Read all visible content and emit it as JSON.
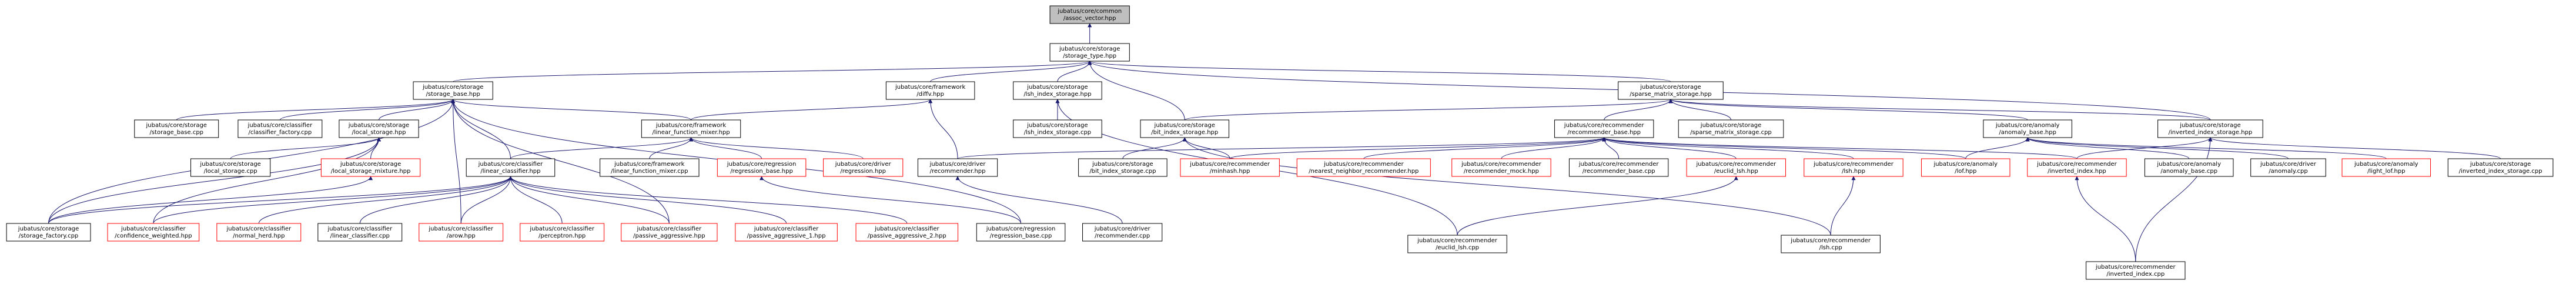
{
  "colors": {
    "edge": "#191970",
    "root_fill": "#bfbfbf",
    "default_fill": "#ffffff",
    "default_border": "#000000",
    "missing_text": "#ff0000",
    "missing_border": "#ff0000",
    "default_text": "#000000"
  },
  "graph": {
    "nodes": [
      {
        "id": "assoc_vector",
        "lines": [
          "jubatus/core/common",
          "/assoc_vector.hpp"
        ],
        "style": "root"
      },
      {
        "id": "storage_type",
        "lines": [
          "jubatus/core/storage",
          "/storage_type.hpp"
        ],
        "style": "normal"
      },
      {
        "id": "storage_base_hpp",
        "lines": [
          "jubatus/core/storage",
          "/storage_base.hpp"
        ],
        "style": "normal"
      },
      {
        "id": "diffv",
        "lines": [
          "jubatus/core/framework",
          "/diffv.hpp"
        ],
        "style": "normal"
      },
      {
        "id": "lsh_index_storage_hpp",
        "lines": [
          "jubatus/core/storage",
          "/lsh_index_storage.hpp"
        ],
        "style": "normal"
      },
      {
        "id": "sparse_matrix_storage_hpp",
        "lines": [
          "jubatus/core/storage",
          "/sparse_matrix_storage.hpp"
        ],
        "style": "normal"
      },
      {
        "id": "storage_base_cpp",
        "lines": [
          "jubatus/core/storage",
          "/storage_base.cpp"
        ],
        "style": "normal"
      },
      {
        "id": "classifier_factory",
        "lines": [
          "jubatus/core/classifier",
          "/classifier_factory.cpp"
        ],
        "style": "normal"
      },
      {
        "id": "local_storage_hpp",
        "lines": [
          "jubatus/core/storage",
          "/local_storage.hpp"
        ],
        "style": "normal"
      },
      {
        "id": "linear_function_mixer_hpp",
        "lines": [
          "jubatus/core/framework",
          "/linear_function_mixer.hpp"
        ],
        "style": "normal"
      },
      {
        "id": "lsh_index_storage_cpp",
        "lines": [
          "jubatus/core/storage",
          "/lsh_index_storage.cpp"
        ],
        "style": "normal"
      },
      {
        "id": "bit_index_storage_hpp",
        "lines": [
          "jubatus/core/storage",
          "/bit_index_storage.hpp"
        ],
        "style": "normal"
      },
      {
        "id": "recommender_base_hpp",
        "lines": [
          "jubatus/core/recommender",
          "/recommender_base.hpp"
        ],
        "style": "normal"
      },
      {
        "id": "sparse_matrix_storage_cpp",
        "lines": [
          "jubatus/core/storage",
          "/sparse_matrix_storage.cpp"
        ],
        "style": "normal"
      },
      {
        "id": "anomaly_base_hpp",
        "lines": [
          "jubatus/core/anomaly",
          "/anomaly_base.hpp"
        ],
        "style": "normal"
      },
      {
        "id": "inverted_index_storage_hpp",
        "lines": [
          "jubatus/core/storage",
          "/inverted_index_storage.hpp"
        ],
        "style": "normal"
      },
      {
        "id": "local_storage_cpp",
        "lines": [
          "jubatus/core/storage",
          "/local_storage.cpp"
        ],
        "style": "normal"
      },
      {
        "id": "local_storage_mixture",
        "lines": [
          "jubatus/core/storage",
          "/local_storage_mixture.hpp"
        ],
        "style": "missing"
      },
      {
        "id": "linear_classifier_hpp",
        "lines": [
          "jubatus/core/classifier",
          "/linear_classifier.hpp"
        ],
        "style": "normal"
      },
      {
        "id": "linear_function_mixer_cpp",
        "lines": [
          "jubatus/core/framework",
          "/linear_function_mixer.cpp"
        ],
        "style": "normal"
      },
      {
        "id": "regression_base_hpp",
        "lines": [
          "jubatus/core/regression",
          "/regression_base.hpp"
        ],
        "style": "missing"
      },
      {
        "id": "driver_regression",
        "lines": [
          "jubatus/core/driver",
          "/regression.hpp"
        ],
        "style": "missing"
      },
      {
        "id": "driver_recommender_hpp",
        "lines": [
          "jubatus/core/driver",
          "/recommender.hpp"
        ],
        "style": "normal"
      },
      {
        "id": "bit_index_storage_cpp",
        "lines": [
          "jubatus/core/storage",
          "/bit_index_storage.cpp"
        ],
        "style": "normal"
      },
      {
        "id": "minhash",
        "lines": [
          "jubatus/core/recommender",
          "/minhash.hpp"
        ],
        "style": "missing"
      },
      {
        "id": "nearest_neighbor",
        "lines": [
          "jubatus/core/recommender",
          "/nearest_neighbor_recommender.hpp"
        ],
        "style": "missing"
      },
      {
        "id": "recommender_mock",
        "lines": [
          "jubatus/core/recommender",
          "/recommender_mock.hpp"
        ],
        "style": "missing"
      },
      {
        "id": "recommender_base_cpp",
        "lines": [
          "jubatus/core/recommender",
          "/recommender_base.cpp"
        ],
        "style": "normal"
      },
      {
        "id": "euclid_lsh_hpp",
        "lines": [
          "jubatus/core/recommender",
          "/euclid_lsh.hpp"
        ],
        "style": "missing"
      },
      {
        "id": "lsh_hpp",
        "lines": [
          "jubatus/core/recommender",
          "/lsh.hpp"
        ],
        "style": "missing"
      },
      {
        "id": "lof_hpp",
        "lines": [
          "jubatus/core/anomaly",
          "/lof.hpp"
        ],
        "style": "missing"
      },
      {
        "id": "inverted_index_hpp",
        "lines": [
          "jubatus/core/recommender",
          "/inverted_index.hpp"
        ],
        "style": "missing"
      },
      {
        "id": "anomaly_base_cpp",
        "lines": [
          "jubatus/core/anomaly",
          "/anomaly_base.cpp"
        ],
        "style": "normal"
      },
      {
        "id": "driver_anomaly_cpp",
        "lines": [
          "jubatus/core/driver",
          "/anomaly.cpp"
        ],
        "style": "normal"
      },
      {
        "id": "light_lof_hpp",
        "lines": [
          "jubatus/core/anomaly",
          "/light_lof.hpp"
        ],
        "style": "missing"
      },
      {
        "id": "inverted_index_storage_cpp",
        "lines": [
          "jubatus/core/storage",
          "/inverted_index_storage.cpp"
        ],
        "style": "normal"
      },
      {
        "id": "storage_factory",
        "lines": [
          "jubatus/core/storage",
          "/storage_factory.cpp"
        ],
        "style": "normal"
      },
      {
        "id": "confidence_weighted",
        "lines": [
          "jubatus/core/classifier",
          "/confidence_weighted.hpp"
        ],
        "style": "missing"
      },
      {
        "id": "normal_herd",
        "lines": [
          "jubatus/core/classifier",
          "/normal_herd.hpp"
        ],
        "style": "missing"
      },
      {
        "id": "linear_classifier_cpp",
        "lines": [
          "jubatus/core/classifier",
          "/linear_classifier.cpp"
        ],
        "style": "normal"
      },
      {
        "id": "arow",
        "lines": [
          "jubatus/core/classifier",
          "/arow.hpp"
        ],
        "style": "missing"
      },
      {
        "id": "perceptron",
        "lines": [
          "jubatus/core/classifier",
          "/perceptron.hpp"
        ],
        "style": "missing"
      },
      {
        "id": "passive_aggressive",
        "lines": [
          "jubatus/core/classifier",
          "/passive_aggressive.hpp"
        ],
        "style": "missing"
      },
      {
        "id": "passive_aggressive_1",
        "lines": [
          "jubatus/core/classifier",
          "/passive_aggressive_1.hpp"
        ],
        "style": "missing"
      },
      {
        "id": "passive_aggressive_2",
        "lines": [
          "jubatus/core/classifier",
          "/passive_aggressive_2.hpp"
        ],
        "style": "missing"
      },
      {
        "id": "regression_base_cpp",
        "lines": [
          "jubatus/core/regression",
          "/regression_base.cpp"
        ],
        "style": "normal"
      },
      {
        "id": "driver_recommender_cpp",
        "lines": [
          "jubatus/core/driver",
          "/recommender.cpp"
        ],
        "style": "normal"
      },
      {
        "id": "euclid_lsh_cpp",
        "lines": [
          "jubatus/core/recommender",
          "/euclid_lsh.cpp"
        ],
        "style": "normal"
      },
      {
        "id": "lsh_cpp",
        "lines": [
          "jubatus/core/recommender",
          "/lsh.cpp"
        ],
        "style": "normal"
      },
      {
        "id": "inverted_index_cpp",
        "lines": [
          "jubatus/core/recommender",
          "/inverted_index.cpp"
        ],
        "style": "normal"
      }
    ],
    "edges": [
      [
        "assoc_vector",
        "storage_type"
      ],
      [
        "storage_type",
        "storage_base_hpp"
      ],
      [
        "storage_type",
        "diffv"
      ],
      [
        "storage_type",
        "lsh_index_storage_hpp"
      ],
      [
        "storage_type",
        "sparse_matrix_storage_hpp"
      ],
      [
        "storage_type",
        "bit_index_storage_hpp"
      ],
      [
        "storage_type",
        "inverted_index_storage_hpp"
      ],
      [
        "storage_base_hpp",
        "storage_base_cpp"
      ],
      [
        "storage_base_hpp",
        "classifier_factory"
      ],
      [
        "storage_base_hpp",
        "local_storage_hpp"
      ],
      [
        "storage_base_hpp",
        "linear_function_mixer_hpp"
      ],
      [
        "storage_base_hpp",
        "linear_classifier_hpp"
      ],
      [
        "storage_base_hpp",
        "storage_factory"
      ],
      [
        "storage_base_hpp",
        "regression_base_cpp"
      ],
      [
        "storage_base_hpp",
        "arow"
      ],
      [
        "storage_base_hpp",
        "passive_aggressive"
      ],
      [
        "diffv",
        "linear_function_mixer_hpp"
      ],
      [
        "diffv",
        "driver_recommender_hpp"
      ],
      [
        "lsh_index_storage_hpp",
        "lsh_index_storage_cpp"
      ],
      [
        "lsh_index_storage_hpp",
        "euclid_lsh_cpp"
      ],
      [
        "sparse_matrix_storage_hpp",
        "bit_index_storage_hpp"
      ],
      [
        "sparse_matrix_storage_hpp",
        "recommender_base_hpp"
      ],
      [
        "sparse_matrix_storage_hpp",
        "sparse_matrix_storage_cpp"
      ],
      [
        "sparse_matrix_storage_hpp",
        "anomaly_base_hpp"
      ],
      [
        "sparse_matrix_storage_hpp",
        "inverted_index_storage_hpp"
      ],
      [
        "local_storage_hpp",
        "local_storage_cpp"
      ],
      [
        "local_storage_hpp",
        "local_storage_mixture"
      ],
      [
        "local_storage_hpp",
        "storage_factory"
      ],
      [
        "local_storage_hpp",
        "confidence_weighted"
      ],
      [
        "local_storage_mixture",
        "storage_factory"
      ],
      [
        "linear_function_mixer_hpp",
        "linear_classifier_hpp"
      ],
      [
        "linear_function_mixer_hpp",
        "linear_function_mixer_cpp"
      ],
      [
        "linear_function_mixer_hpp",
        "regression_base_hpp"
      ],
      [
        "linear_function_mixer_hpp",
        "driver_regression"
      ],
      [
        "linear_classifier_hpp",
        "storage_factory"
      ],
      [
        "linear_classifier_hpp",
        "confidence_weighted"
      ],
      [
        "linear_classifier_hpp",
        "normal_herd"
      ],
      [
        "linear_classifier_hpp",
        "linear_classifier_cpp"
      ],
      [
        "linear_classifier_hpp",
        "arow"
      ],
      [
        "linear_classifier_hpp",
        "perceptron"
      ],
      [
        "linear_classifier_hpp",
        "passive_aggressive"
      ],
      [
        "linear_classifier_hpp",
        "passive_aggressive_1"
      ],
      [
        "linear_classifier_hpp",
        "passive_aggressive_2"
      ],
      [
        "regression_base_hpp",
        "regression_base_cpp"
      ],
      [
        "driver_recommender_hpp",
        "driver_recommender_cpp"
      ],
      [
        "bit_index_storage_hpp",
        "bit_index_storage_cpp"
      ],
      [
        "bit_index_storage_hpp",
        "minhash"
      ],
      [
        "bit_index_storage_hpp",
        "lsh_cpp"
      ],
      [
        "recommender_base_hpp",
        "driver_recommender_hpp"
      ],
      [
        "recommender_base_hpp",
        "minhash"
      ],
      [
        "recommender_base_hpp",
        "nearest_neighbor"
      ],
      [
        "recommender_base_hpp",
        "recommender_mock"
      ],
      [
        "recommender_base_hpp",
        "recommender_base_cpp"
      ],
      [
        "recommender_base_hpp",
        "euclid_lsh_hpp"
      ],
      [
        "recommender_base_hpp",
        "lsh_hpp"
      ],
      [
        "recommender_base_hpp",
        "lof_hpp"
      ],
      [
        "recommender_base_hpp",
        "inverted_index_hpp"
      ],
      [
        "euclid_lsh_hpp",
        "euclid_lsh_cpp"
      ],
      [
        "lsh_hpp",
        "lsh_cpp"
      ],
      [
        "anomaly_base_hpp",
        "lof_hpp"
      ],
      [
        "anomaly_base_hpp",
        "anomaly_base_cpp"
      ],
      [
        "anomaly_base_hpp",
        "driver_anomaly_cpp"
      ],
      [
        "anomaly_base_hpp",
        "light_lof_hpp"
      ],
      [
        "inverted_index_storage_hpp",
        "inverted_index_hpp"
      ],
      [
        "inverted_index_storage_hpp",
        "inverted_index_storage_cpp"
      ],
      [
        "inverted_index_storage_hpp",
        "inverted_index_cpp"
      ],
      [
        "inverted_index_hpp",
        "inverted_index_cpp"
      ]
    ]
  }
}
